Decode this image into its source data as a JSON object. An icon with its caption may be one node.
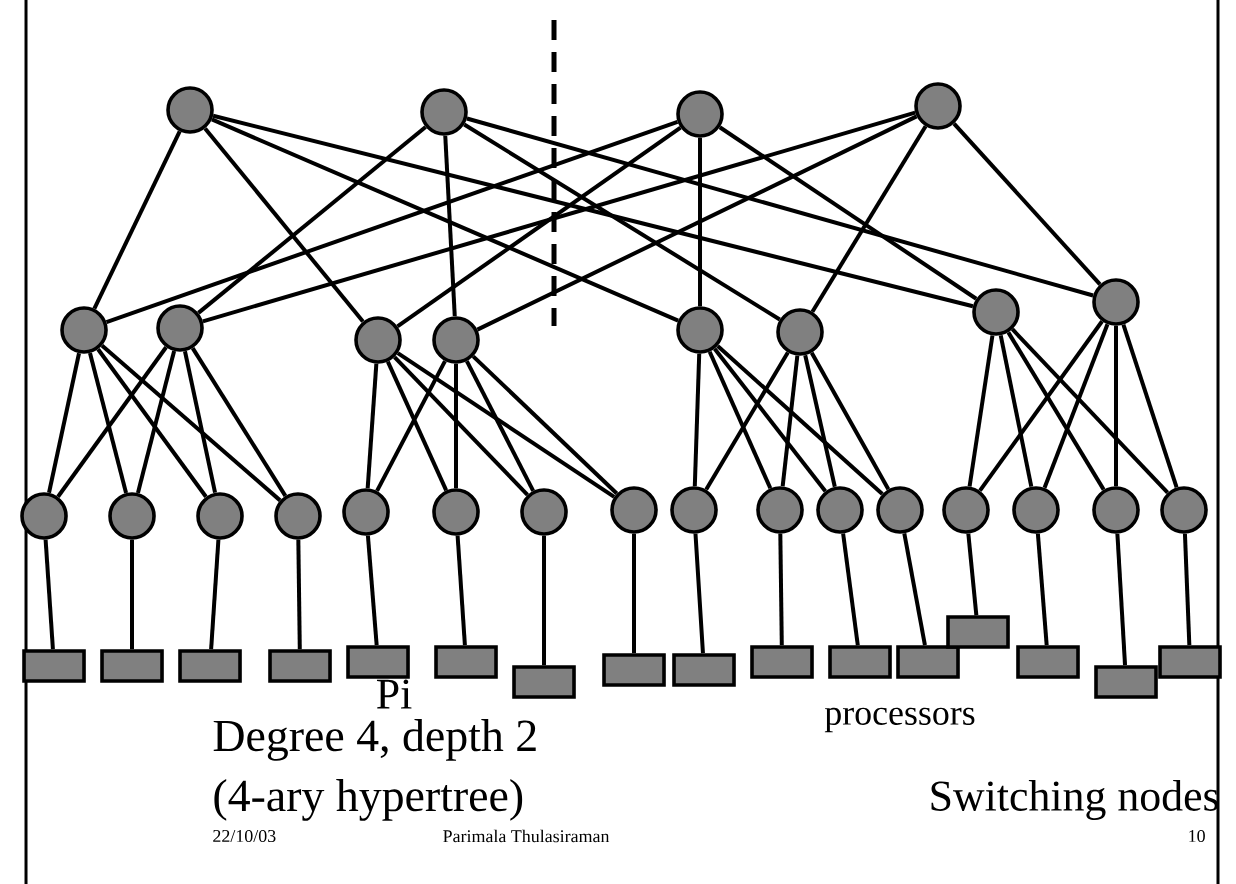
{
  "diagram": {
    "nodes": [
      {
        "text": [],
        "shape": "circle"
      },
      {
        "text": [],
        "shape": "circle"
      },
      {
        "text": [],
        "shape": "circle"
      },
      {
        "text": [],
        "shape": "circle"
      },
      {
        "text": [],
        "shape": "circle"
      },
      {
        "text": [],
        "shape": "circle"
      },
      {
        "text": [],
        "shape": "circle"
      },
      {
        "text": [],
        "shape": "circle"
      },
      {
        "text": [],
        "shape": "circle"
      },
      {
        "text": [],
        "shape": "circle"
      },
      {
        "text": [],
        "shape": "circle"
      },
      {
        "text": [],
        "shape": "circle"
      },
      {
        "text": [],
        "shape": "circle"
      },
      {
        "text": [],
        "shape": "circle"
      },
      {
        "text": [],
        "shape": "circle"
      },
      {
        "text": [],
        "shape": "circle"
      },
      {
        "text": [],
        "shape": "circle"
      },
      {
        "text": [],
        "shape": "circle"
      },
      {
        "text": [],
        "shape": "circle"
      },
      {
        "text": [],
        "shape": "circle"
      },
      {
        "text": [],
        "shape": "circle"
      },
      {
        "text": [],
        "shape": "circle"
      },
      {
        "text": [],
        "shape": "circle"
      },
      {
        "text": [],
        "shape": "circle"
      },
      {
        "text": [],
        "shape": "circle"
      },
      {
        "text": [],
        "shape": "circle"
      },
      {
        "text": [],
        "shape": "circle"
      },
      {
        "text": [],
        "shape": "circle"
      },
      {
        "text": [],
        "shape": "box"
      },
      {
        "text": [],
        "shape": "box"
      },
      {
        "text": [],
        "shape": "box"
      },
      {
        "text": [],
        "shape": "box"
      },
      {
        "text": [],
        "shape": "box"
      },
      {
        "text": [],
        "shape": "box"
      },
      {
        "text": [],
        "shape": "box"
      },
      {
        "text": [],
        "shape": "box"
      },
      {
        "text": [],
        "shape": "box"
      },
      {
        "text": [],
        "shape": "box"
      },
      {
        "text": [],
        "shape": "box"
      },
      {
        "text": [],
        "shape": "box"
      },
      {
        "text": [],
        "shape": "box"
      },
      {
        "text": [],
        "shape": "box"
      },
      {
        "text": [],
        "shape": "box"
      },
      {
        "text": [],
        "shape": "box"
      }
    ],
    "edges": [
      {
        "from": 0,
        "to": 4,
        "arrow": "none"
      },
      {
        "from": 0,
        "to": 6,
        "arrow": "none"
      },
      {
        "from": 0,
        "to": 8,
        "arrow": "none"
      },
      {
        "from": 0,
        "to": 10,
        "arrow": "none"
      },
      {
        "from": 1,
        "to": 5,
        "arrow": "none"
      },
      {
        "from": 1,
        "to": 7,
        "arrow": "none"
      },
      {
        "from": 1,
        "to": 9,
        "arrow": "none"
      },
      {
        "from": 1,
        "to": 11,
        "arrow": "none"
      },
      {
        "from": 2,
        "to": 4,
        "arrow": "none"
      },
      {
        "from": 2,
        "to": 6,
        "arrow": "none"
      },
      {
        "from": 2,
        "to": 8,
        "arrow": "none"
      },
      {
        "from": 2,
        "to": 10,
        "arrow": "none"
      },
      {
        "from": 3,
        "to": 5,
        "arrow": "none"
      },
      {
        "from": 3,
        "to": 7,
        "arrow": "none"
      },
      {
        "from": 3,
        "to": 9,
        "arrow": "none"
      },
      {
        "from": 3,
        "to": 11,
        "arrow": "none"
      },
      {
        "from": 4,
        "to": 12,
        "arrow": "none"
      },
      {
        "from": 4,
        "to": 13,
        "arrow": "none"
      },
      {
        "from": 4,
        "to": 14,
        "arrow": "none"
      },
      {
        "from": 4,
        "to": 15,
        "arrow": "none"
      },
      {
        "from": 5,
        "to": 12,
        "arrow": "none"
      },
      {
        "from": 5,
        "to": 13,
        "arrow": "none"
      },
      {
        "from": 5,
        "to": 14,
        "arrow": "none"
      },
      {
        "from": 5,
        "to": 15,
        "arrow": "none"
      },
      {
        "from": 6,
        "to": 16,
        "arrow": "none"
      },
      {
        "from": 6,
        "to": 17,
        "arrow": "none"
      },
      {
        "from": 6,
        "to": 18,
        "arrow": "none"
      },
      {
        "from": 6,
        "to": 19,
        "arrow": "none"
      },
      {
        "from": 7,
        "to": 16,
        "arrow": "none"
      },
      {
        "from": 7,
        "to": 17,
        "arrow": "none"
      },
      {
        "from": 7,
        "to": 18,
        "arrow": "none"
      },
      {
        "from": 7,
        "to": 19,
        "arrow": "none"
      },
      {
        "from": 8,
        "to": 20,
        "arrow": "none"
      },
      {
        "from": 8,
        "to": 21,
        "arrow": "none"
      },
      {
        "from": 8,
        "to": 22,
        "arrow": "none"
      },
      {
        "from": 8,
        "to": 23,
        "arrow": "none"
      },
      {
        "from": 9,
        "to": 20,
        "arrow": "none"
      },
      {
        "from": 9,
        "to": 21,
        "arrow": "none"
      },
      {
        "from": 9,
        "to": 22,
        "arrow": "none"
      },
      {
        "from": 9,
        "to": 23,
        "arrow": "none"
      },
      {
        "from": 10,
        "to": 24,
        "arrow": "none"
      },
      {
        "from": 10,
        "to": 25,
        "arrow": "none"
      },
      {
        "from": 10,
        "to": 26,
        "arrow": "none"
      },
      {
        "from": 10,
        "to": 27,
        "arrow": "none"
      },
      {
        "from": 11,
        "to": 24,
        "arrow": "none"
      },
      {
        "from": 11,
        "to": 25,
        "arrow": "none"
      },
      {
        "from": 11,
        "to": 26,
        "arrow": "none"
      },
      {
        "from": 11,
        "to": 27,
        "arrow": "none"
      },
      {
        "from": 12,
        "to": 28,
        "arrow": "none"
      },
      {
        "from": 13,
        "to": 29,
        "arrow": "none"
      },
      {
        "from": 14,
        "to": 30,
        "arrow": "none"
      },
      {
        "from": 15,
        "to": 31,
        "arrow": "none"
      },
      {
        "from": 16,
        "to": 32,
        "arrow": "none"
      },
      {
        "from": 17,
        "to": 33,
        "arrow": "none"
      },
      {
        "from": 18,
        "to": 34,
        "arrow": "none"
      },
      {
        "from": 19,
        "to": 35,
        "arrow": "none"
      },
      {
        "from": 20,
        "to": 36,
        "arrow": "none"
      },
      {
        "from": 21,
        "to": 37,
        "arrow": "none"
      },
      {
        "from": 22,
        "to": 38,
        "arrow": "none"
      },
      {
        "from": 23,
        "to": 39,
        "arrow": "none"
      },
      {
        "from": 24,
        "to": 40,
        "arrow": "none"
      },
      {
        "from": 25,
        "to": 41,
        "arrow": "none"
      },
      {
        "from": 26,
        "to": 42,
        "arrow": "none"
      },
      {
        "from": 27,
        "to": 43,
        "arrow": "none"
      }
    ],
    "labels": [
      "Pi",
      "processors",
      "Degree 4, depth 2",
      "(4-ary hypertree)",
      "Switching nodes",
      "22/10/03",
      "Parimala Thulasiraman",
      "10"
    ]
  }
}
